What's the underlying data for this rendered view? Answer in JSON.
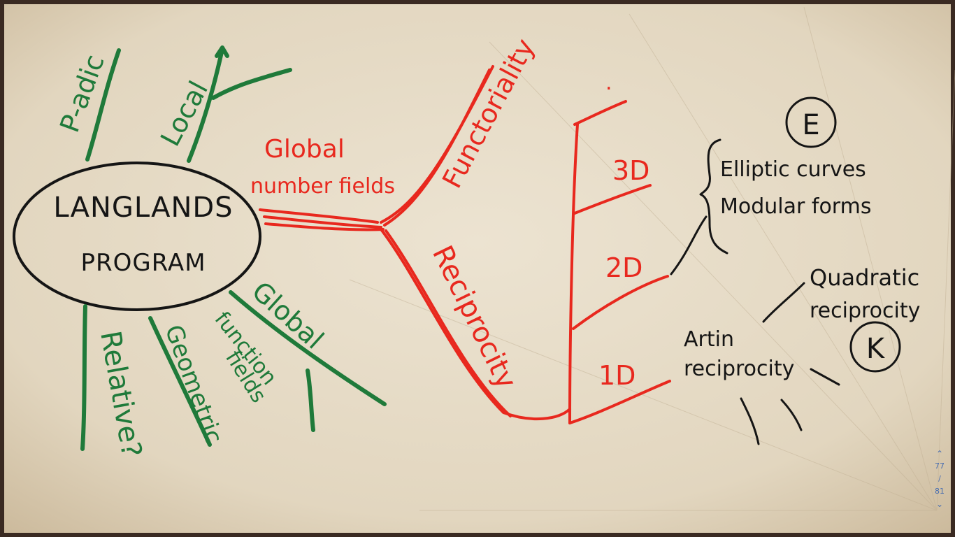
{
  "center": {
    "line1": "LANGLANDS",
    "line2": "PROGRAM"
  },
  "green_labels": {
    "p_adic": "P-adic",
    "local": "Local",
    "global_function_fields_1": "Global",
    "global_function_fields_2": "function",
    "global_function_fields_3": "fields",
    "relative": "Relative?",
    "geometric": "Geometric"
  },
  "red_labels": {
    "global_number_fields_1": "Global",
    "global_number_fields_2": "number fields",
    "functoriality": "Functoriality",
    "reciprocity": "Reciprocity",
    "dim_3d": "3D",
    "dim_2d": "2D",
    "dim_1d": "1D",
    "dots": "."
  },
  "black_labels": {
    "e_badge": "E",
    "elliptic_curves": "Elliptic curves",
    "modular_forms": "Modular forms",
    "quadratic_reciprocity_1": "Quadratic",
    "quadratic_reciprocity_2": "reciprocity",
    "k_badge": "K",
    "artin_reciprocity_1": "Artin",
    "artin_reciprocity_2": "reciprocity"
  },
  "pager": {
    "current": "77",
    "separator": "/",
    "total": "81",
    "up_icon": "chevron-up-icon",
    "down_icon": "chevron-down-icon"
  },
  "colors": {
    "paper": "#e9dfcb",
    "green_ink": "#1f7a3a",
    "red_ink": "#e8281e",
    "black_ink": "#151515",
    "frame": "#3a2a22"
  }
}
